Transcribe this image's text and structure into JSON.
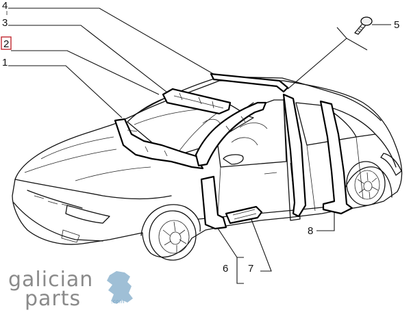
{
  "callouts": {
    "c1": "1",
    "c2": "2",
    "c3": "3",
    "c4": "4",
    "c5": "5",
    "c6": "6",
    "c7": "7",
    "c8": "8"
  },
  "selected_callout": "2",
  "watermark": {
    "line1": "galician",
    "line2": "parts",
    "domain": ".com",
    "map_color": "#9fbfd6",
    "text_color": "#8a8a8a"
  }
}
